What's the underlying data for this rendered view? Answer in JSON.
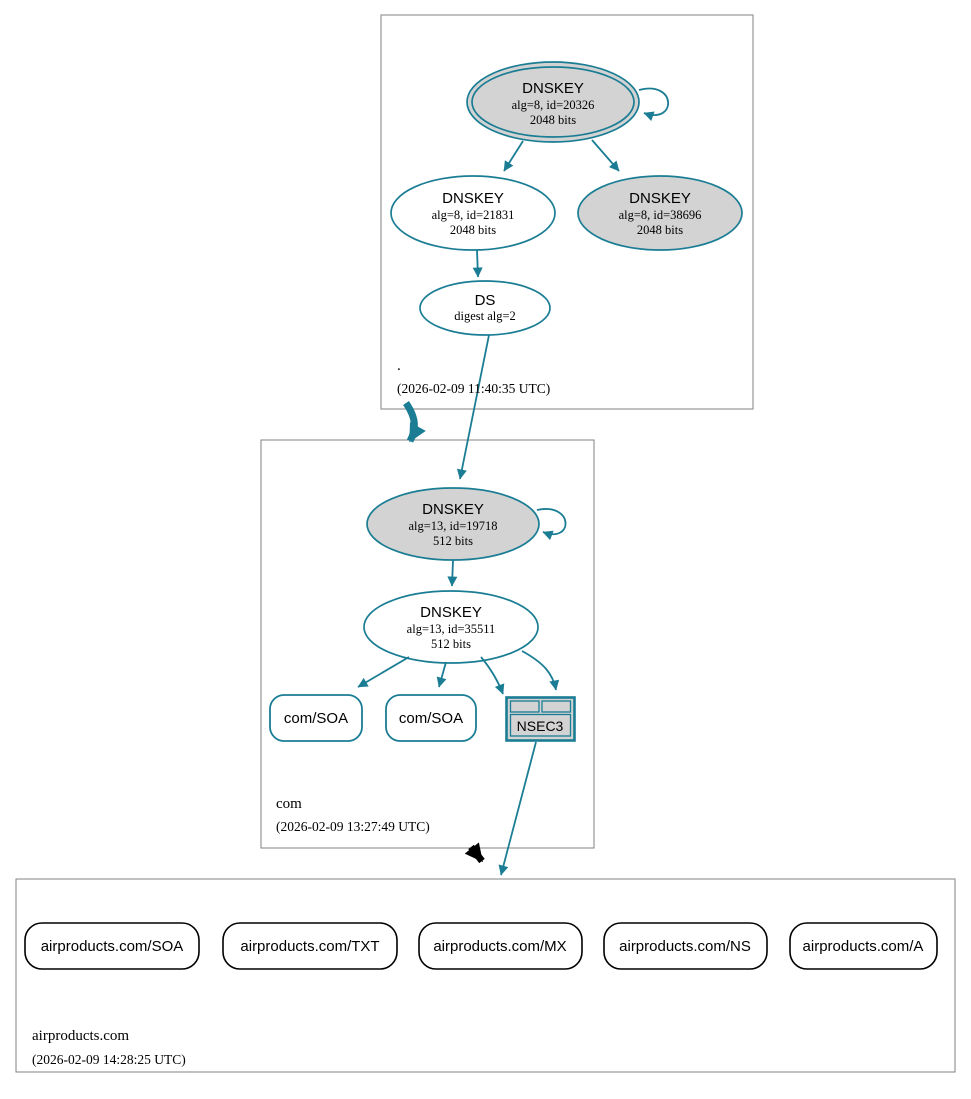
{
  "colors": {
    "secure_teal": "#1a7d94",
    "node_gray_fill": "#d3d3d3",
    "cluster_border_gray": "#808080",
    "insecure_black": "#000000",
    "background": "#ffffff"
  },
  "zones": {
    "root": {
      "label": ".",
      "timestamp": "(2026-02-09 11:40:35 UTC)"
    },
    "com": {
      "label": "com",
      "timestamp": "(2026-02-09 13:27:49 UTC)"
    },
    "airproducts": {
      "label": "airproducts.com",
      "timestamp": "(2026-02-09 14:28:25 UTC)"
    }
  },
  "nodes": {
    "root_ksk": {
      "title": "DNSKEY",
      "alg": "alg=8, id=20326",
      "bits": "2048 bits"
    },
    "root_zsk": {
      "title": "DNSKEY",
      "alg": "alg=8, id=21831",
      "bits": "2048 bits"
    },
    "root_ksk2": {
      "title": "DNSKEY",
      "alg": "alg=8, id=38696",
      "bits": "2048 bits"
    },
    "root_ds": {
      "title": "DS",
      "alg": "digest alg=2"
    },
    "com_ksk": {
      "title": "DNSKEY",
      "alg": "alg=13, id=19718",
      "bits": "512 bits"
    },
    "com_zsk": {
      "title": "DNSKEY",
      "alg": "alg=13, id=35511",
      "bits": "512 bits"
    },
    "com_soa1": {
      "title": "com/SOA"
    },
    "com_soa2": {
      "title": "com/SOA"
    },
    "com_nsec3": {
      "title": "NSEC3"
    },
    "ap_soa": {
      "title": "airproducts.com/SOA"
    },
    "ap_txt": {
      "title": "airproducts.com/TXT"
    },
    "ap_mx": {
      "title": "airproducts.com/MX"
    },
    "ap_ns": {
      "title": "airproducts.com/NS"
    },
    "ap_a": {
      "title": "airproducts.com/A"
    }
  }
}
